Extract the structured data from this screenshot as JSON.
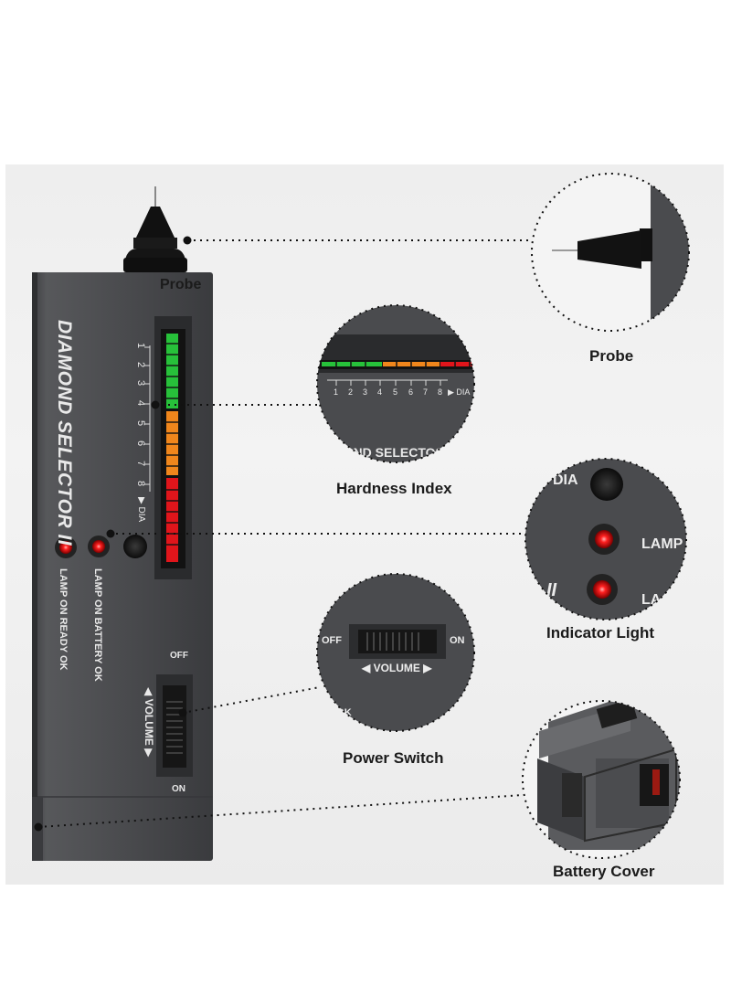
{
  "device": {
    "brand_text": "DIAMOND SELECTOR II",
    "scale_numbers": [
      "1",
      "2",
      "3",
      "4",
      "5",
      "6",
      "7",
      "8"
    ],
    "dia_marker": "▶ DIA",
    "lamp_on_ready": "LAMP ON READY OK",
    "lamp_on_battery": "LAMP ON BATTERY OK",
    "switch_off": "OFF",
    "switch_on": "ON",
    "volume_label": "◀ VOLUME ▶"
  },
  "callouts": {
    "probe_main": "Probe",
    "probe": "Probe",
    "hardness_index": "Hardness Index",
    "indicator_light": "Indicator Light",
    "power_switch": "Power Switch",
    "battery_cover": "Battery Cover"
  },
  "zoom_hardness": {
    "numbers": [
      "1",
      "2",
      "3",
      "4",
      "5",
      "6",
      "7",
      "8"
    ],
    "dia": "▶ DIA",
    "brand_fragment": "MOND SELECTOS"
  },
  "zoom_indicator": {
    "dia": "DIA",
    "lamp1": "LAMP",
    "lamp2": "LA",
    "roman": "II"
  },
  "zoom_switch": {
    "off": "OFF",
    "on": "ON",
    "volume": "◀ VOLUME ▶",
    "fragment": "Y OK"
  },
  "colors": {
    "device_body": "#4a4b4e",
    "led_green": "#27c13a",
    "led_orange": "#f0861c",
    "led_red": "#e0151b",
    "indicator_red": "#e8101a"
  }
}
